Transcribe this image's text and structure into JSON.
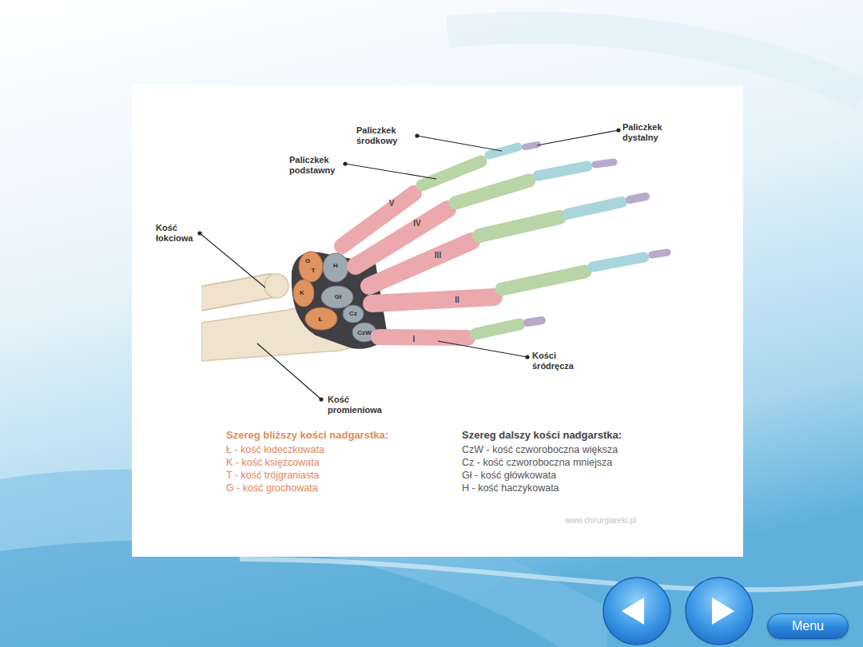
{
  "diagram": {
    "nodes": [
      {
        "text": [
          "Menu"
        ]
      }
    ],
    "labels": [
      "Paliczkek środkowy",
      "Paliczkek dystalny",
      "Paliczkek podstawny",
      "V",
      "IV",
      "Kość łokciowa",
      "G",
      "T",
      "H",
      "III",
      "K",
      "Gł",
      "II",
      "Cz",
      "Ł",
      "CzW",
      "I",
      "Kości śródręcza",
      "Kość promieniowa",
      "Szereg bliższy kości nadgarstka:",
      "Ł - kość łodeczkowata",
      "K - kość księżcowata",
      "T - kość trójgraniasta",
      "G - kość grochowata",
      "Szereg dalszy kości nadgarstka:",
      "CzW - kość czworoboczna większa",
      "Cz - kość czworoboczna mniejsza",
      "Gł - kość główkowata",
      "H - kość haczykowata",
      "www.chirurgiareki.pl"
    ]
  }
}
